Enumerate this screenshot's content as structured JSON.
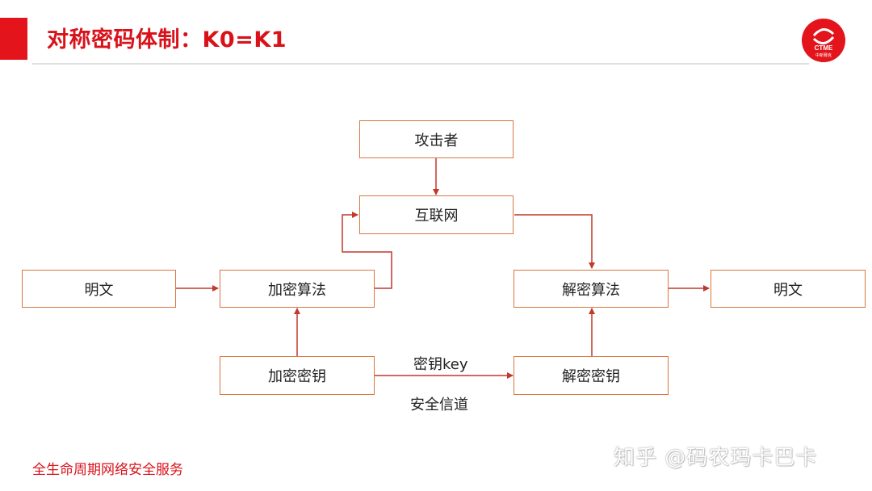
{
  "header": {
    "title": "对称密码体制：K0=K1",
    "logo_text": "CTME",
    "logo_subtext": "中新赛克",
    "accent_color": "#e3141b"
  },
  "diagram": {
    "nodes": {
      "attacker": "攻击者",
      "internet": "互联网",
      "plaintext_in": "明文",
      "encrypt_algo": "加密算法",
      "decrypt_algo": "解密算法",
      "plaintext_out": "明文",
      "encrypt_key": "加密密钥",
      "decrypt_key": "解密密钥"
    },
    "edge_labels": {
      "key_top": "密钥key",
      "key_bottom": "安全信道"
    },
    "node_border_color": "#d9773f",
    "arrow_color": "#c0392b"
  },
  "footer": {
    "left_text": "全生命周期网络安全服务"
  },
  "watermark": {
    "text": "知乎 @码农玛卡巴卡"
  }
}
